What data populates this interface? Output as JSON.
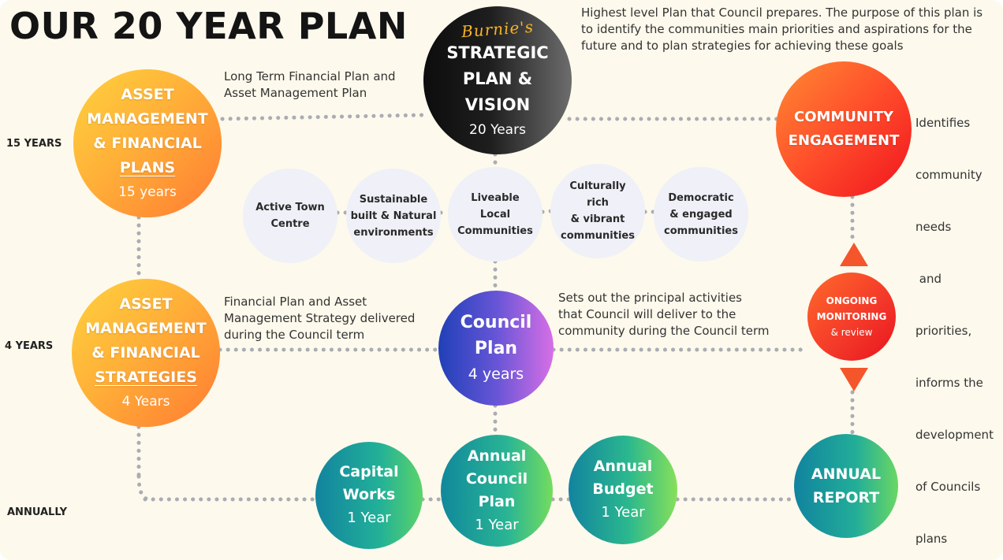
{
  "page": {
    "title": "OUR 20 YEAR PLAN",
    "row_labels": {
      "years15": "15 YEARS",
      "years4": "4 YEARS",
      "annually": "ANNUALLY"
    }
  },
  "colors": {
    "background": "#fdf9ec",
    "connector": "#a9adb3",
    "brand_script": "#f6b325",
    "arrow": "#f5552a"
  },
  "nodes": {
    "strategic": {
      "brand": "Burnie's",
      "line1": "STRATEGIC",
      "line2": "PLAN &",
      "line3": "VISION",
      "period": "20 Years"
    },
    "amfp": {
      "line1": "ASSET",
      "line2": "MANAGEMENT",
      "line3": "& FINANCIAL",
      "line4": "PLANS",
      "period": "15 years"
    },
    "community": {
      "line1": "COMMUNITY",
      "line2": "ENGAGEMENT"
    },
    "amfs": {
      "line1": "ASSET",
      "line2": "MANAGEMENT",
      "line3": "& FINANCIAL",
      "line4": "STRATEGIES",
      "period": "4 Years"
    },
    "council_plan": {
      "line1": "Council",
      "line2": "Plan",
      "period": "4 years"
    },
    "monitoring": {
      "line1": "ONGOING",
      "line2": "MONITORING",
      "line3": "& review"
    },
    "capital": {
      "line1": "Capital",
      "line2": "Works",
      "period": "1 Year"
    },
    "annual_plan": {
      "line1": "Annual",
      "line2": "Council",
      "line3": "Plan",
      "period": "1 Year"
    },
    "budget": {
      "line1": "Annual",
      "line2": "Budget",
      "period": "1 Year"
    },
    "report": {
      "line1": "ANNUAL",
      "line2": "REPORT"
    }
  },
  "themes": [
    {
      "lines": [
        "Active Town",
        "Centre"
      ]
    },
    {
      "lines": [
        "Sustainable",
        "built & Natural",
        "environments"
      ]
    },
    {
      "lines": [
        "Liveable",
        "Local",
        "Communities"
      ]
    },
    {
      "lines": [
        "Culturally",
        "rich",
        "& vibrant",
        "communities"
      ]
    },
    {
      "lines": [
        "Democratic",
        "& engaged",
        "communities"
      ]
    }
  ],
  "descriptions": {
    "strategic": [
      "Highest level Plan that Council prepares. The purpose of this plan is",
      "to identify the communities main priorities and aspirations for the",
      "future and to plan strategies for achieving these goals"
    ],
    "ltfp": [
      "Long Term Financial Plan and",
      "Asset Management Plan"
    ],
    "community": [
      "Identifies",
      "community",
      "needs",
      " and",
      "priorities,",
      "informs the",
      "development",
      "of Councils",
      "plans"
    ],
    "fpams": [
      "Financial Plan and Asset",
      "Management Strategy delivered",
      "during the Council term"
    ],
    "council_plan": [
      "Sets out the principal activities",
      "that Council will deliver to the",
      "community during the Council term"
    ]
  }
}
